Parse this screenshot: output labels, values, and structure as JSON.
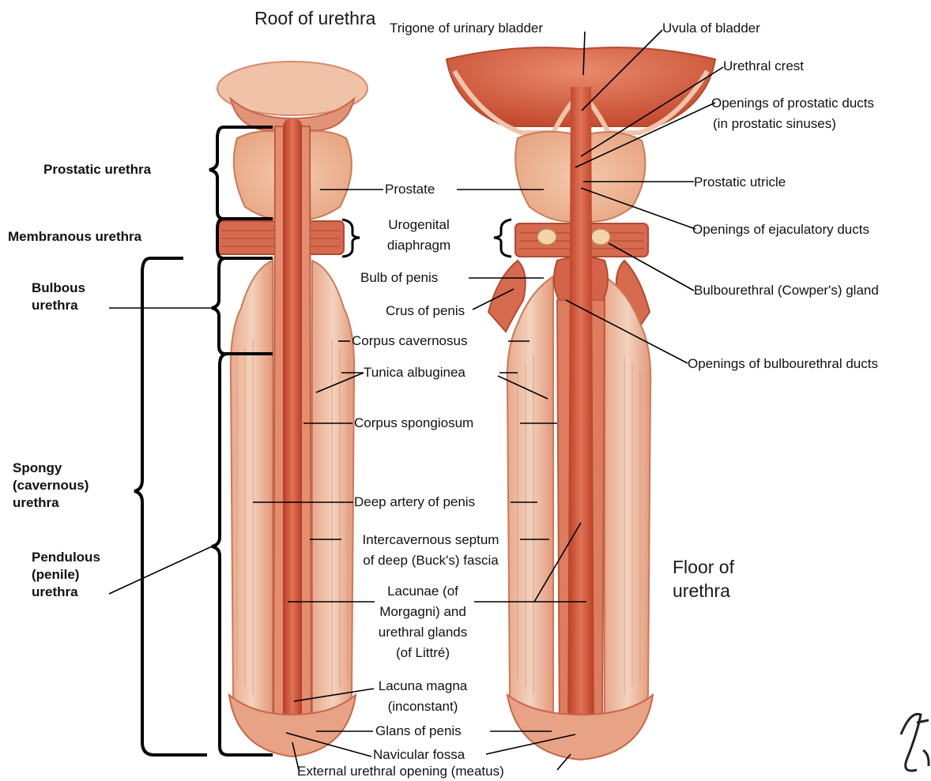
{
  "labels": {
    "roof": "Roof of urethra",
    "floor": "Floor of urethra",
    "prostatic_urethra": "Prostatic urethra",
    "membranous_urethra": "Membranous urethra",
    "bulbous_urethra": "Bulbous urethra",
    "spongy_urethra": "Spongy (cavernous) urethra",
    "pendulous_urethra": "Pendulous (penile) urethra",
    "trigone": "Trigone of urinary bladder",
    "uvula": "Uvula of bladder",
    "urethral_crest": "Urethral crest",
    "prostatic_ducts": "Openings of prostatic ducts",
    "prostatic_ducts_2": "(in prostatic sinuses)",
    "prostate": "Prostate",
    "prostatic_utricle": "Prostatic utricle",
    "urogenital_1": "Urogenital",
    "urogenital_2": "diaphragm",
    "ejaculatory": "Openings of ejaculatory ducts",
    "bulb_of_penis": "Bulb of penis",
    "bulbourethral_gland": "Bulbourethral (Cowper's) gland",
    "crus_of_penis": "Crus of penis",
    "corpus_cavernosus": "Corpus cavernosus",
    "bulbourethral_ducts": "Openings of bulbourethral ducts",
    "tunica": "Tunica albuginea",
    "corpus_spongiosum": "Corpus spongiosum",
    "deep_artery": "Deep artery of penis",
    "septum_1": "Intercavernous septum",
    "septum_2": "of deep (Buck's) fascia",
    "lacunae_1": "Lacunae (of",
    "lacunae_2": "Morgagni) and",
    "lacunae_3": "urethral glands",
    "lacunae_4": "(of Littré)",
    "lacuna_magna_1": "Lacuna magna",
    "lacuna_magna_2": "(inconstant)",
    "glans": "Glans of penis",
    "navicular": "Navicular fossa",
    "meatus": "External urethral opening (meatus)"
  },
  "colors": {
    "tissue_dark": "#c8482e",
    "tissue_mid": "#d9725a",
    "tissue_light": "#eab095",
    "tissue_pale": "#f2cdb6",
    "line": "#111111"
  }
}
